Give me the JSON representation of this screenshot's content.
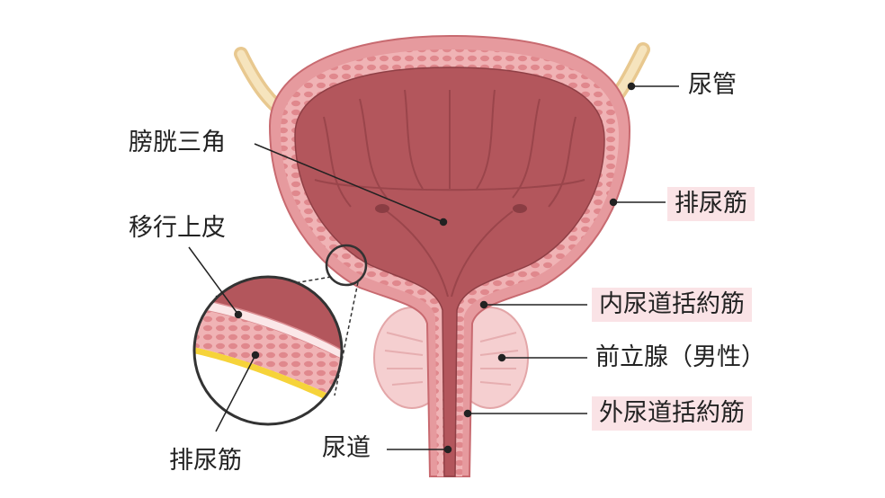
{
  "labels": {
    "ureter": "尿管",
    "trigone": "膀胱三角",
    "detrusor": "排尿筋",
    "transitional_epithelium": "移行上皮",
    "internal_sphincter": "内尿道括約筋",
    "prostate": "前立腺（男性）",
    "external_sphincter": "外尿道括約筋",
    "urethra": "尿道",
    "detrusor_inset": "排尿筋"
  },
  "highlighted": [
    "detrusor",
    "internal_sphincter",
    "external_sphincter"
  ],
  "colors": {
    "bladder_wall": "#e69a9e",
    "bladder_inner": "#b3565c",
    "ureter": "#f3deb2",
    "prostate": "#f5cfd0",
    "highlight_bg": "#fae3e6",
    "leader_line": "#222222"
  }
}
